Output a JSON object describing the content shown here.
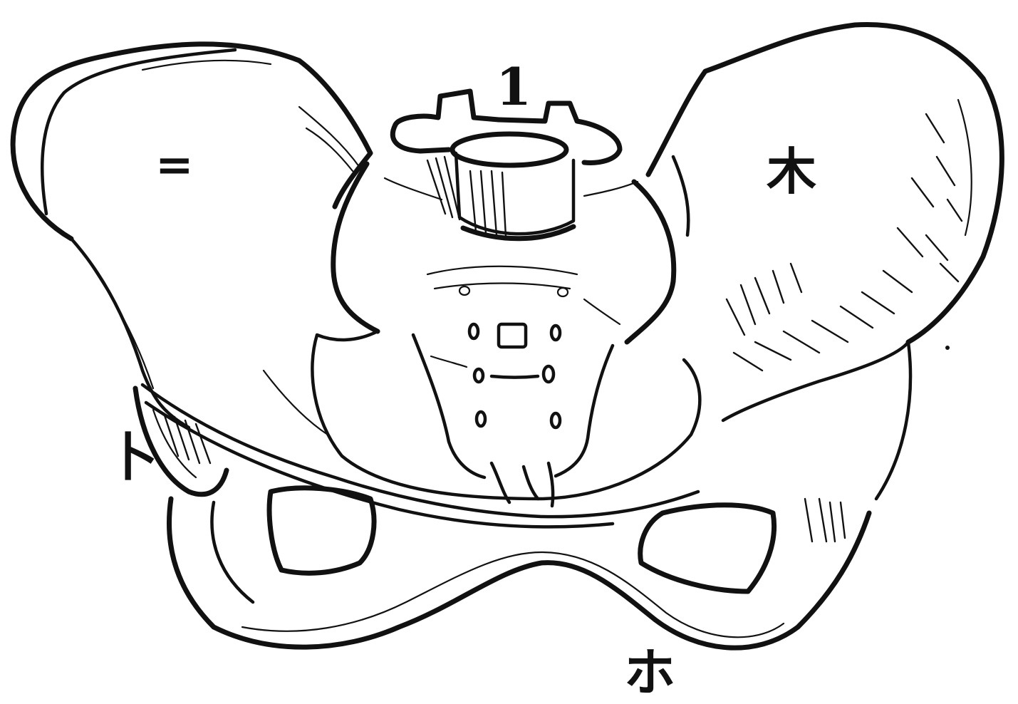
{
  "figure": {
    "labels": {
      "vertebra": "1",
      "right_ilium": "=",
      "left_ilium": "木",
      "acetabulum": "卜",
      "pubic_arch": "ホ"
    },
    "colors": {
      "ink": "#111111",
      "paper": "#ffffff"
    }
  }
}
